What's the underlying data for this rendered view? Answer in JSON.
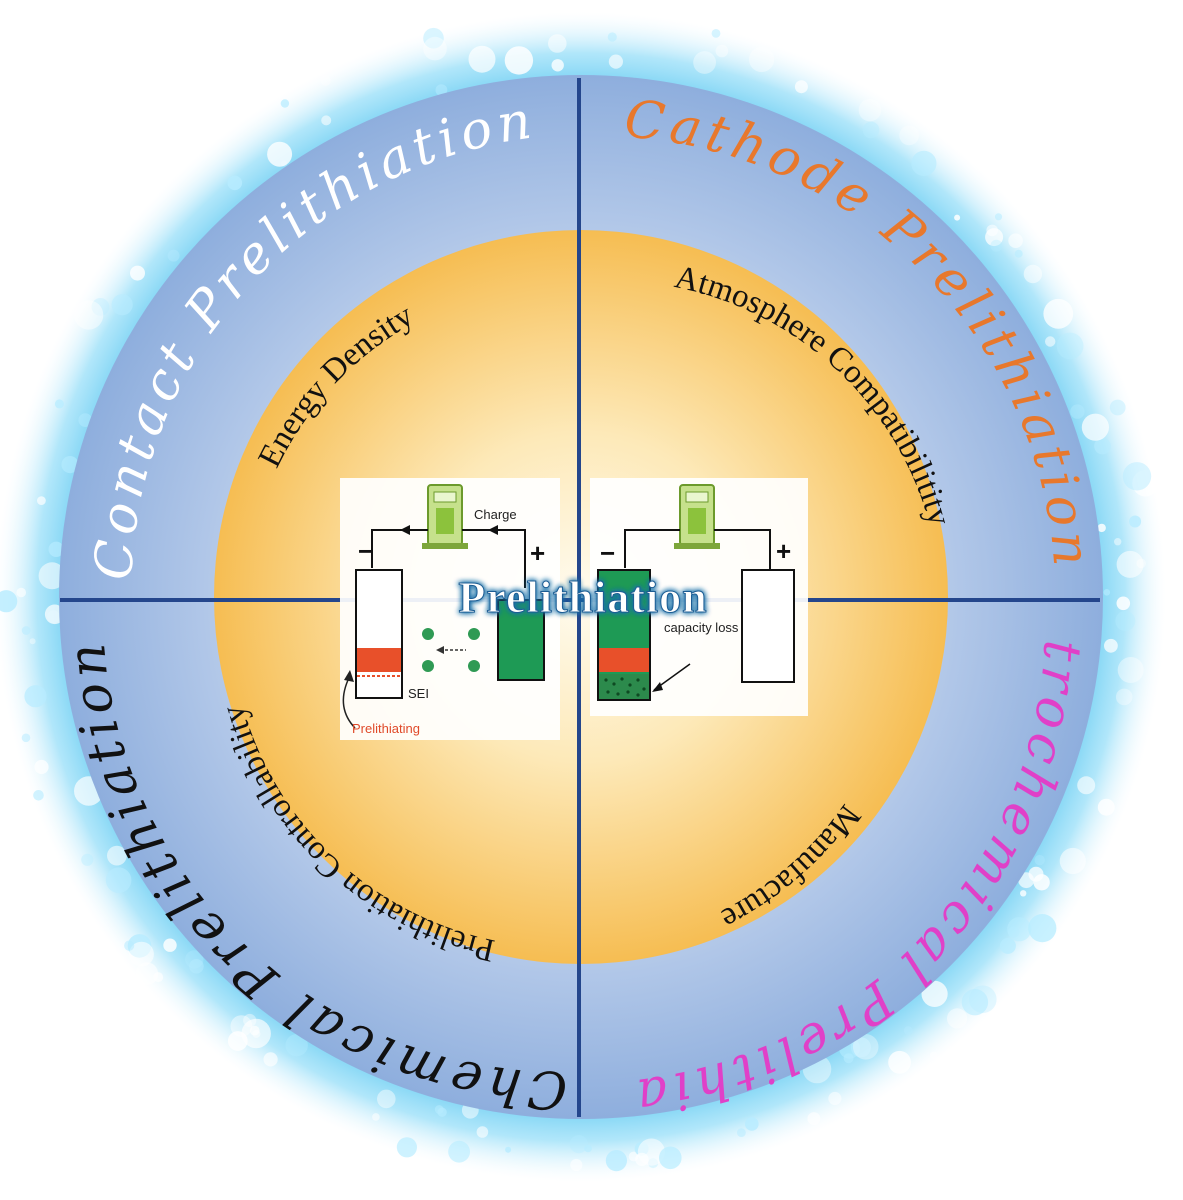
{
  "center_title": "Prelithiation",
  "outer_labels": {
    "contact": "Contact Prelithiation",
    "cathode": "Cathode Prelithiation",
    "chemical": "Chemical Prelithiation",
    "electrochemical": "Electrochemical Prelithiation"
  },
  "inner_labels": {
    "energy_density": "Energy Density",
    "atmosphere": "Atmosphere Compatibilitity",
    "controllability": "Prelithiation Controllability",
    "manufacture": "Manufacture"
  },
  "battery_left": {
    "charge_label": "Charge",
    "minus": "−",
    "plus": "+",
    "sei_label": "SEI",
    "prelithiating_label": "Prelithiating"
  },
  "battery_right": {
    "minus": "−",
    "plus": "+",
    "capacity_loss_label": "capacity loss"
  },
  "colors": {
    "contact": "#ffffff",
    "cathode": "#e8782c",
    "chemical": "#111111",
    "electrochemical": "#e040c8",
    "divider": "#24468c",
    "outer_ring": "#9fb9e0",
    "inner_disc": "#f8c65a"
  }
}
